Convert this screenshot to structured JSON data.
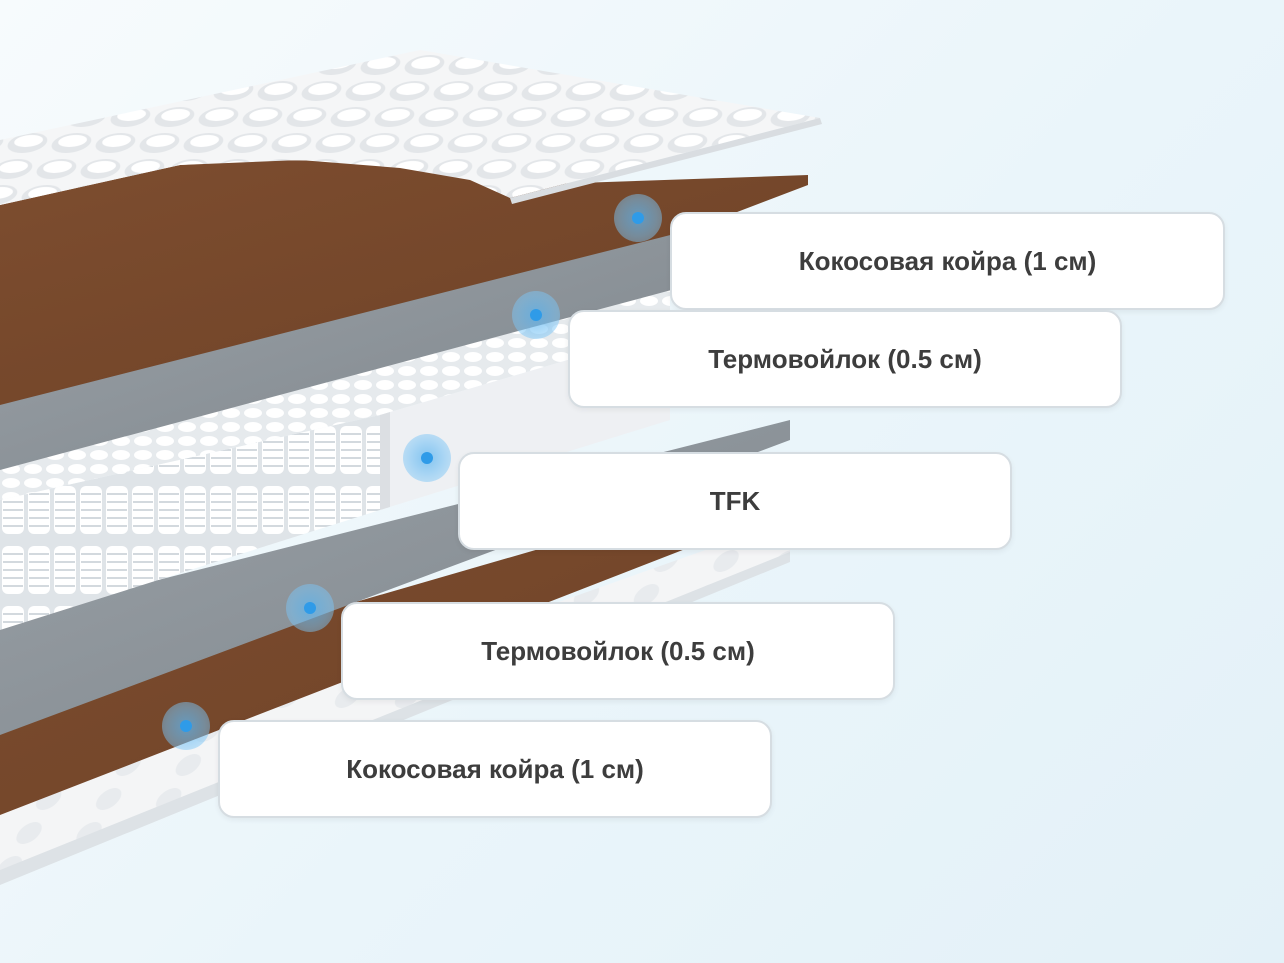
{
  "layers": [
    {
      "label": "Кокосовая койра (1 см)",
      "marker_icon": "hotspot-icon"
    },
    {
      "label": "Термовойлок (0.5 см)",
      "marker_icon": "hotspot-icon"
    },
    {
      "label": "TFK",
      "marker_icon": "hotspot-icon"
    },
    {
      "label": "Термовойлок (0.5 см)",
      "marker_icon": "hotspot-icon"
    },
    {
      "label": "Кокосовая койра (1 см)",
      "marker_icon": "hotspot-icon"
    }
  ],
  "colors": {
    "coir": "#7a4a2c",
    "felt": "#8f969c",
    "springs": "#f2f4f6",
    "cover": "#f4f5f6",
    "marker": "#2f9be8"
  }
}
